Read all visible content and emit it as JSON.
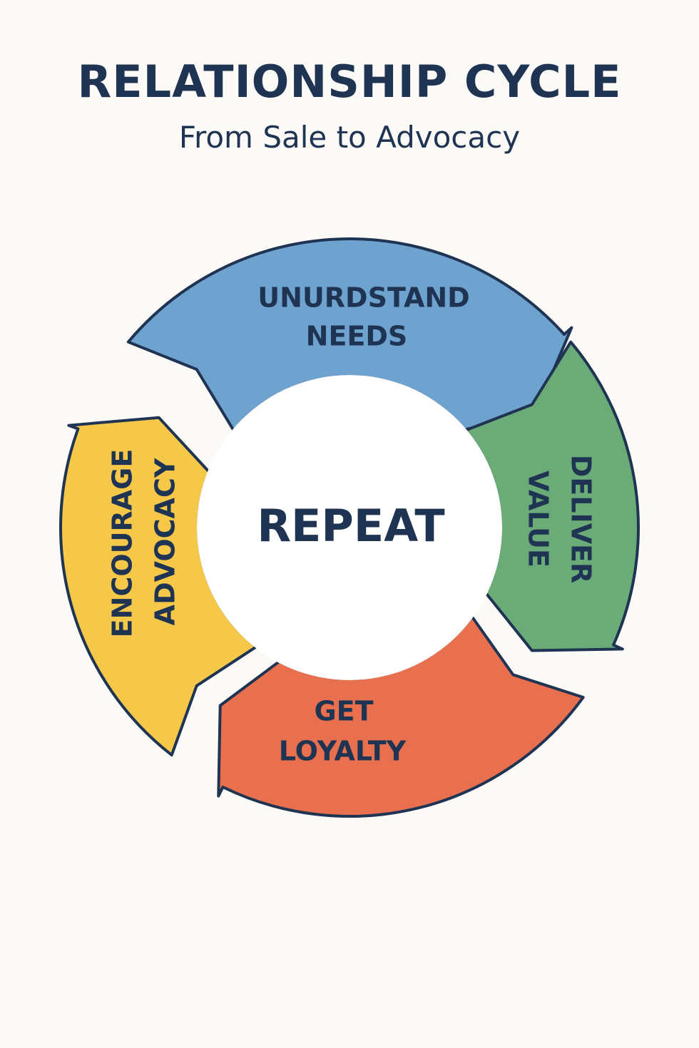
{
  "header": {
    "title": "RELATIONSHIP CYCLE",
    "subtitle": "From Sale to Advocacy"
  },
  "center_label": "REPEAT",
  "stages": [
    {
      "line1": "UNURDSTAND",
      "line2": "NEEDS",
      "color": "#6fa3cf"
    },
    {
      "line1": "DELIVER",
      "line2": "VALUE",
      "color": "#6aab78"
    },
    {
      "line1": "GET",
      "line2": "LOYALTY",
      "color": "#e8704f"
    },
    {
      "line1": "ENCOURAGE",
      "line2": "ADVOCACY",
      "color": "#f5c84a"
    }
  ],
  "colors": {
    "outline": "#1f3352",
    "background": "#fbfaf6"
  }
}
